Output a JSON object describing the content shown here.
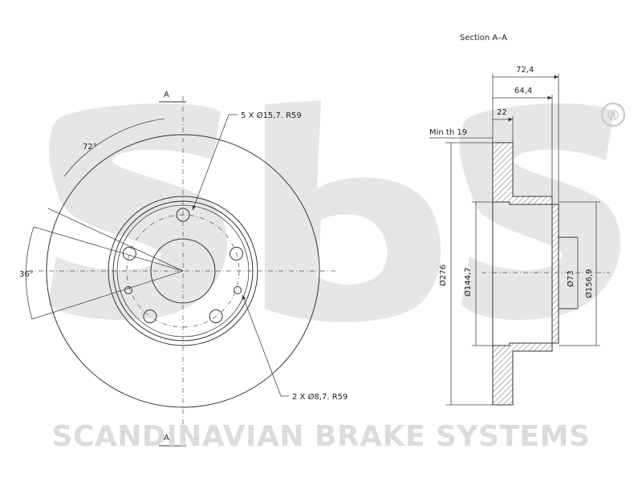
{
  "brand": {
    "watermark_text": "sbs",
    "registered_mark": "®",
    "company_name": "SCANDINAVIAN BRAKE SYSTEMS"
  },
  "front_view": {
    "section_mark_top": "A",
    "section_mark_bottom": "A",
    "angle_large": "72°",
    "angle_small": "36°",
    "large_holes_callout": "5 X Ø15,7. R59",
    "small_holes_callout": "2 X Ø8,7. R59"
  },
  "section_view": {
    "title": "Section A–A",
    "overall_width": "72,4",
    "hat_depth": "64,4",
    "disc_thickness": "22",
    "min_thickness": "Min th 19",
    "outer_diameter": "Ø276",
    "hat_diameter": "Ø144,7",
    "center_bore": "Ø73",
    "hub_diameter": "Ø156,9"
  }
}
